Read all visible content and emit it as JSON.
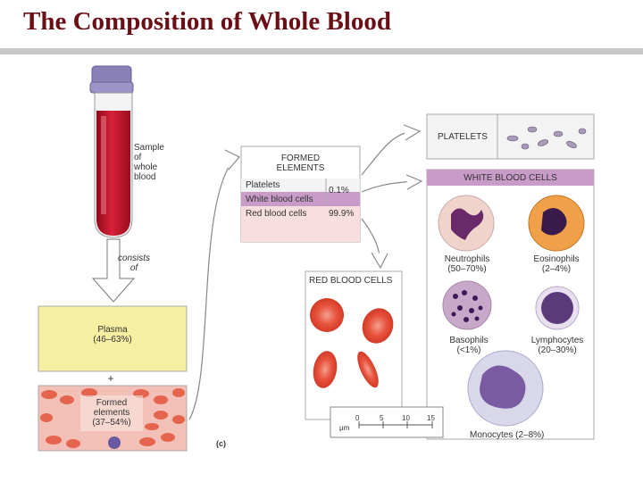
{
  "title": "The Composition of Whole Blood",
  "tube": {
    "label": "Sample\nof\nwhole\nblood"
  },
  "arrow_label": "consists\nof",
  "plasma": {
    "label": "Plasma\n(46–63%)"
  },
  "plus": "+",
  "formed_elements_tube": {
    "label": "Formed\nelements\n(37–54%)"
  },
  "panel_label": "(c)",
  "formed_panel": {
    "header": "FORMED\nELEMENTS",
    "rows": [
      {
        "name": "Platelets",
        "value": ""
      },
      {
        "name": "White blood cells",
        "value": "0.1%"
      },
      {
        "name": "Red blood cells",
        "value": "99.9%"
      }
    ]
  },
  "platelets": {
    "header": "PLATELETS"
  },
  "wbc": {
    "header": "WHITE BLOOD CELLS",
    "cells": [
      {
        "name": "Neutrophils",
        "pct": "(50–70%)"
      },
      {
        "name": "Eosinophils",
        "pct": "(2–4%)"
      },
      {
        "name": "Basophils",
        "pct": "(<1%)"
      },
      {
        "name": "Lymphocytes",
        "pct": "(20–30%)"
      },
      {
        "name": "Monocytes",
        "pct": "(2–8%)"
      }
    ]
  },
  "rbc": {
    "header": "RED BLOOD CELLS"
  },
  "scale": {
    "ticks": [
      "0",
      "5",
      "10",
      "15"
    ],
    "unit": "µm"
  },
  "colors": {
    "title": "#6b0f16",
    "blood": "#c8102e",
    "plasma": "#f6eea0",
    "wbc_header": "#c99bc9",
    "formed_header": "#ffffff",
    "rbc_row": "#f8dede"
  }
}
